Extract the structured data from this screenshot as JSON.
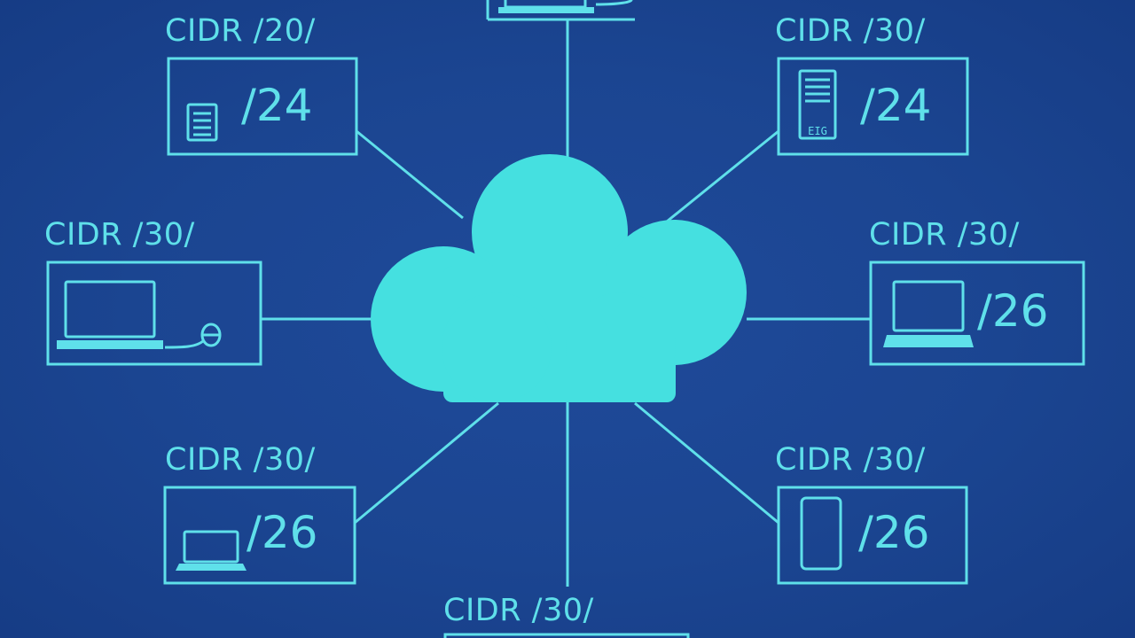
{
  "colors": {
    "background": "#1b4591",
    "accent": "#5fe0ea",
    "cloud": "#45e0e0"
  },
  "nodes": {
    "top": {
      "label": "",
      "icon": "laptop-icon"
    },
    "top_left": {
      "label": "CIDR /20/",
      "prefix": "/24",
      "icon": "server-icon"
    },
    "top_right": {
      "label": "CIDR /30/",
      "prefix": "/24",
      "icon": "server-icon",
      "icon_text": "EIG"
    },
    "mid_left": {
      "label": "CIDR /30/",
      "prefix": "",
      "icon": "laptop-icon"
    },
    "mid_right": {
      "label": "CIDR /30/",
      "prefix": "/26",
      "icon": "laptop-icon"
    },
    "bottom_left": {
      "label": "CIDR /30/",
      "prefix": "/26",
      "icon": "laptop-icon"
    },
    "bottom_right": {
      "label": "CIDR /30/",
      "prefix": "/26",
      "icon": "phone-icon"
    },
    "bottom": {
      "label": "CIDR /30/",
      "prefix": ""
    }
  }
}
